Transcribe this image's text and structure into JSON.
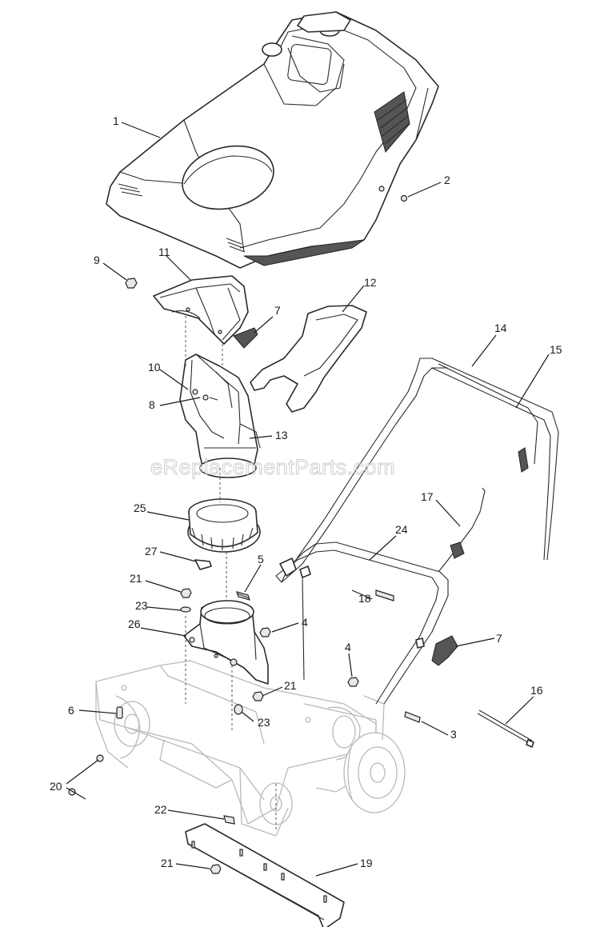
{
  "watermark": "eReplacementParts.com",
  "callouts": [
    {
      "id": "1",
      "label": "1"
    },
    {
      "id": "2",
      "label": "2"
    },
    {
      "id": "9",
      "label": "9"
    },
    {
      "id": "11",
      "label": "11"
    },
    {
      "id": "12",
      "label": "12"
    },
    {
      "id": "7a",
      "label": "7"
    },
    {
      "id": "14",
      "label": "14"
    },
    {
      "id": "10",
      "label": "10"
    },
    {
      "id": "15",
      "label": "15"
    },
    {
      "id": "8",
      "label": "8"
    },
    {
      "id": "13",
      "label": "13"
    },
    {
      "id": "17",
      "label": "17"
    },
    {
      "id": "25",
      "label": "25"
    },
    {
      "id": "24",
      "label": "24"
    },
    {
      "id": "27",
      "label": "27"
    },
    {
      "id": "5",
      "label": "5"
    },
    {
      "id": "21a",
      "label": "21"
    },
    {
      "id": "18",
      "label": "18"
    },
    {
      "id": "23a",
      "label": "23"
    },
    {
      "id": "26",
      "label": "26"
    },
    {
      "id": "4a",
      "label": "4"
    },
    {
      "id": "7b",
      "label": "7"
    },
    {
      "id": "4b",
      "label": "4"
    },
    {
      "id": "21b",
      "label": "21"
    },
    {
      "id": "16",
      "label": "16"
    },
    {
      "id": "6",
      "label": "6"
    },
    {
      "id": "23b",
      "label": "23"
    },
    {
      "id": "3",
      "label": "3"
    },
    {
      "id": "20",
      "label": "20"
    },
    {
      "id": "22",
      "label": "22"
    },
    {
      "id": "21c",
      "label": "21"
    },
    {
      "id": "19",
      "label": "19"
    }
  ]
}
